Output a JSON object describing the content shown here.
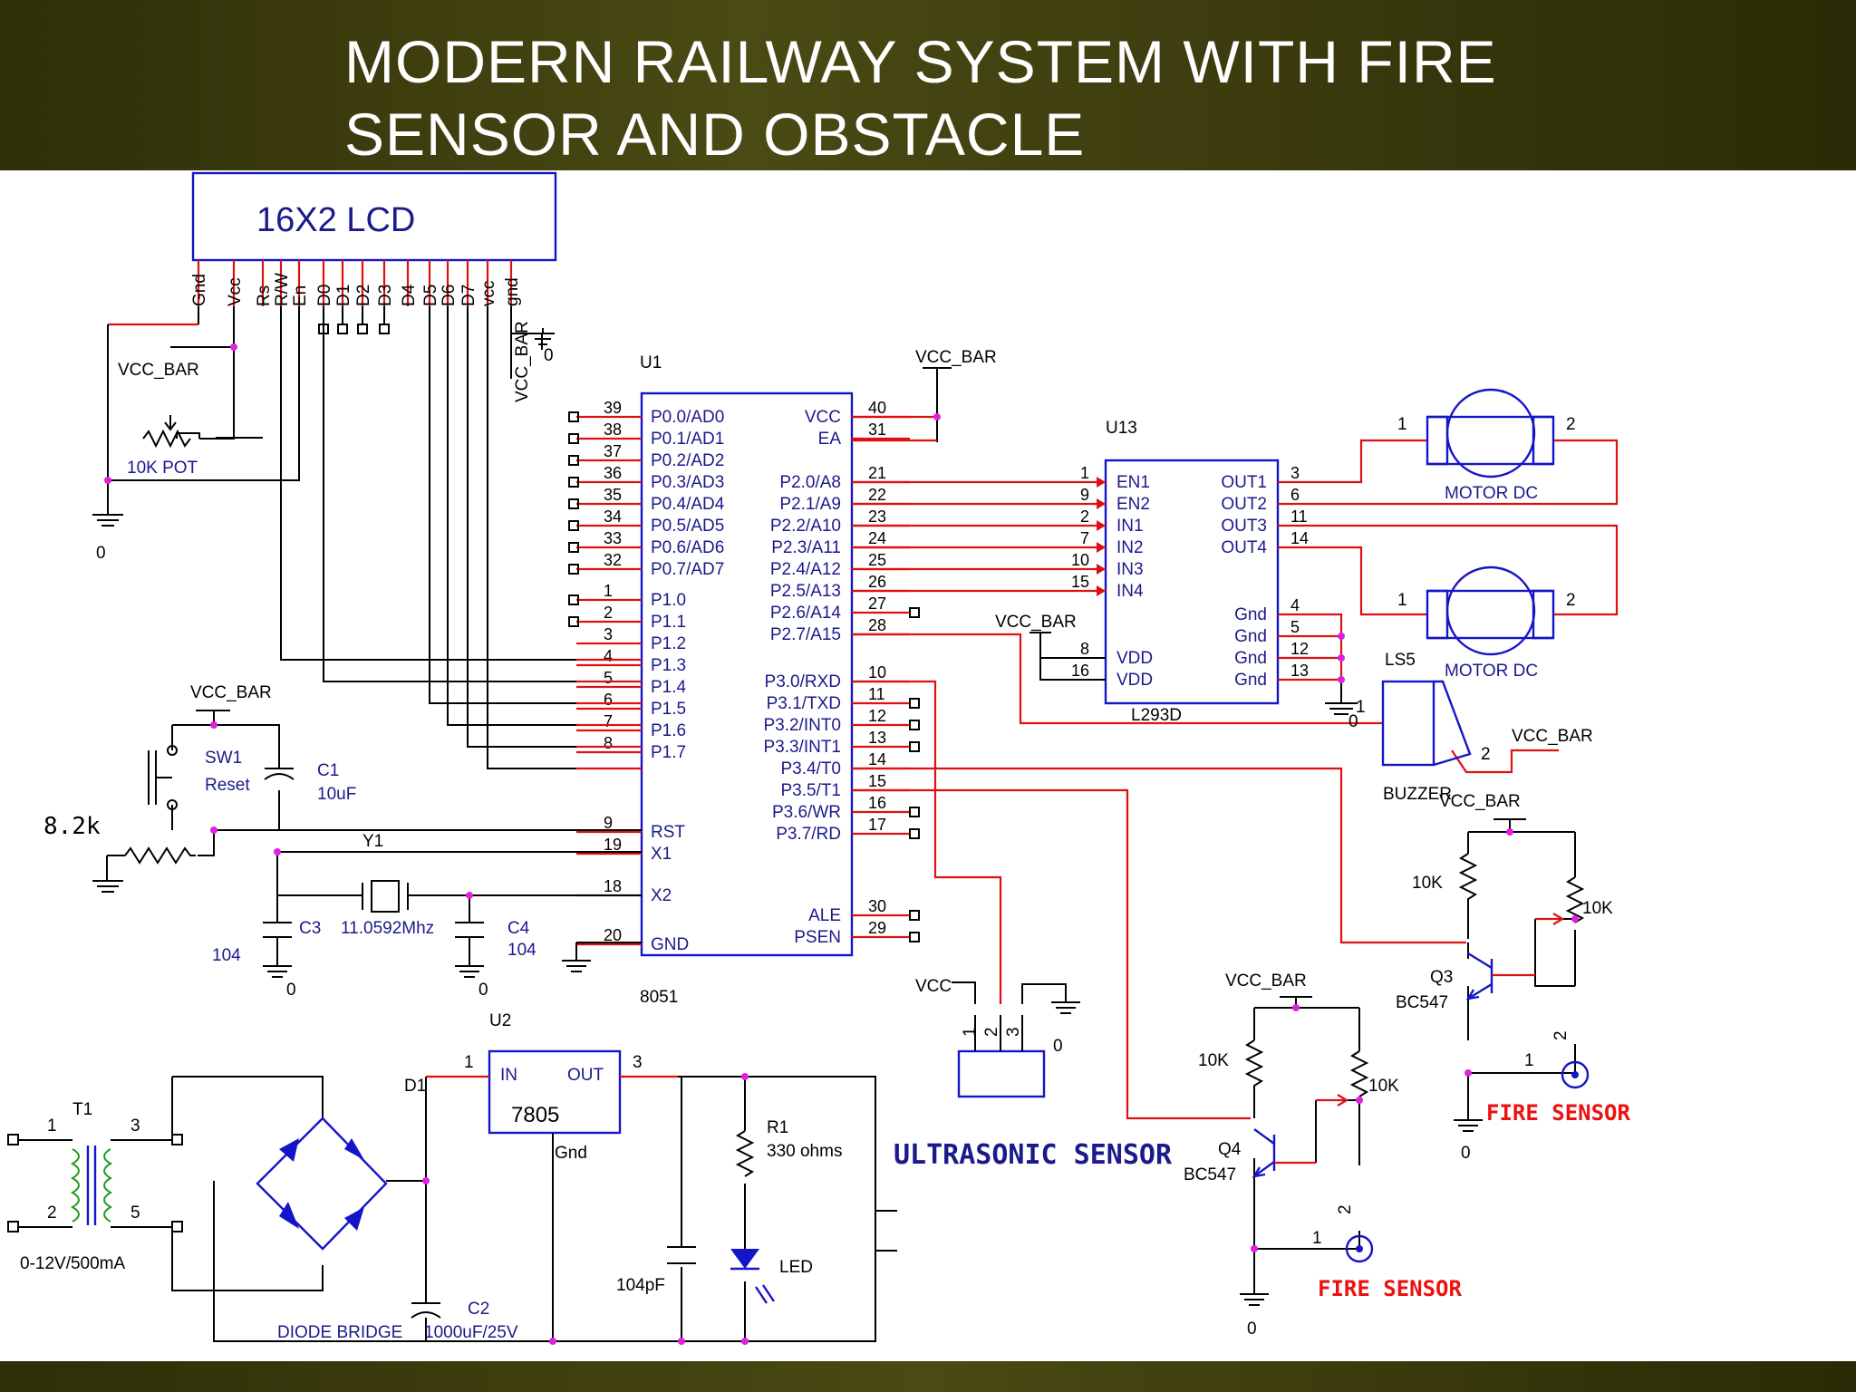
{
  "title": {
    "line1": "MODERN RAILWAY SYSTEM WITH FIRE",
    "line2": "SENSOR AND OBSTACLE"
  },
  "lcd": {
    "label": "16X2 LCD",
    "pins": [
      "Gnd",
      "Vcc",
      "Rs",
      "R/W",
      "En",
      "D0",
      "D1",
      "D2",
      "D3",
      "D4",
      "D5",
      "D6",
      "D7",
      "vcc",
      "gnd"
    ]
  },
  "mcu": {
    "ref": "U1",
    "part": "8051",
    "left_pins": [
      {
        "num": "39",
        "name": "P0.0/AD0"
      },
      {
        "num": "38",
        "name": "P0.1/AD1"
      },
      {
        "num": "37",
        "name": "P0.2/AD2"
      },
      {
        "num": "36",
        "name": "P0.3/AD3"
      },
      {
        "num": "35",
        "name": "P0.4/AD4"
      },
      {
        "num": "34",
        "name": "P0.5/AD5"
      },
      {
        "num": "33",
        "name": "P0.6/AD6"
      },
      {
        "num": "32",
        "name": "P0.7/AD7"
      },
      {
        "num": "1",
        "name": "P1.0"
      },
      {
        "num": "2",
        "name": "P1.1"
      },
      {
        "num": "3",
        "name": "P1.2"
      },
      {
        "num": "4",
        "name": "P1.3"
      },
      {
        "num": "5",
        "name": "P1.4"
      },
      {
        "num": "6",
        "name": "P1.5"
      },
      {
        "num": "7",
        "name": "P1.6"
      },
      {
        "num": "8",
        "name": "P1.7"
      },
      {
        "num": "9",
        "name": "RST"
      },
      {
        "num": "19",
        "name": "X1"
      },
      {
        "num": "18",
        "name": "X2"
      },
      {
        "num": "20",
        "name": "GND"
      }
    ],
    "right_pins": [
      {
        "num": "40",
        "name": "VCC"
      },
      {
        "num": "31",
        "name": "EA"
      },
      {
        "num": "21",
        "name": "P2.0/A8"
      },
      {
        "num": "22",
        "name": "P2.1/A9"
      },
      {
        "num": "23",
        "name": "P2.2/A10"
      },
      {
        "num": "24",
        "name": "P2.3/A11"
      },
      {
        "num": "25",
        "name": "P2.4/A12"
      },
      {
        "num": "26",
        "name": "P2.5/A13"
      },
      {
        "num": "27",
        "name": "P2.6/A14"
      },
      {
        "num": "28",
        "name": "P2.7/A15"
      },
      {
        "num": "10",
        "name": "P3.0/RXD"
      },
      {
        "num": "11",
        "name": "P3.1/TXD"
      },
      {
        "num": "12",
        "name": "P3.2/INT0"
      },
      {
        "num": "13",
        "name": "P3.3/INT1"
      },
      {
        "num": "14",
        "name": "P3.4/T0"
      },
      {
        "num": "15",
        "name": "P3.5/T1"
      },
      {
        "num": "16",
        "name": "P3.6/WR"
      },
      {
        "num": "17",
        "name": "P3.7/RD"
      },
      {
        "num": "30",
        "name": "ALE"
      },
      {
        "num": "29",
        "name": "PSEN"
      }
    ]
  },
  "driver": {
    "ref": "U13",
    "part": "L293D",
    "left_pins": [
      {
        "num": "1",
        "name": "EN1"
      },
      {
        "num": "9",
        "name": "EN2"
      },
      {
        "num": "2",
        "name": "IN1"
      },
      {
        "num": "7",
        "name": "IN2"
      },
      {
        "num": "10",
        "name": "IN3"
      },
      {
        "num": "15",
        "name": "IN4"
      },
      {
        "num": "8",
        "name": "VDD"
      },
      {
        "num": "16",
        "name": "VDD"
      }
    ],
    "right_pins": [
      {
        "num": "3",
        "name": "OUT1"
      },
      {
        "num": "6",
        "name": "OUT2"
      },
      {
        "num": "11",
        "name": "OUT3"
      },
      {
        "num": "14",
        "name": "OUT4"
      },
      {
        "num": "4",
        "name": "Gnd"
      },
      {
        "num": "5",
        "name": "Gnd"
      },
      {
        "num": "12",
        "name": "Gnd"
      },
      {
        "num": "13",
        "name": "Gnd"
      }
    ]
  },
  "labels": {
    "vcc_bar": "VCC_BAR",
    "vcc": "VCC",
    "zero": "0",
    "pot": "10K POT",
    "sw1": "SW1",
    "reset": "Reset",
    "c1": "C1",
    "c1v": "10uF",
    "r_rst": "8.2k",
    "y1": "Y1",
    "xtal": "11.0592Mhz",
    "c3": "C3",
    "c3v": "104",
    "c4": "C4",
    "c4v": "104",
    "motor": "MOTOR DC",
    "m1": "1",
    "m2": "2",
    "ls5": "LS5",
    "buzzer": "BUZZER",
    "b1": "1",
    "b2": "2",
    "r10k": "10K",
    "q3": "Q3",
    "q4": "Q4",
    "bc547": "BC547",
    "fire": "FIRE  SENSOR",
    "ultra": "ULTRASONIC SENSOR",
    "us_pins": [
      "1",
      "2",
      "3"
    ],
    "u2": "U2",
    "reg": "7805",
    "reg_in": "IN",
    "reg_out": "OUT",
    "reg_gnd": "Gnd",
    "reg_p1": "1",
    "reg_p3": "3",
    "t1": "T1",
    "t1_rating": "0-12V/500mA",
    "t1_p1": "1",
    "t1_p2": "2",
    "t1_p3": "3",
    "t1_p5": "5",
    "d1": "D1",
    "bridge": "DIODE BRIDGE",
    "c2": "C2",
    "c2v": "1000uF/25V",
    "c104pf": "104pF",
    "r1": "R1",
    "r1v": "330 ohms",
    "led": "LED"
  }
}
